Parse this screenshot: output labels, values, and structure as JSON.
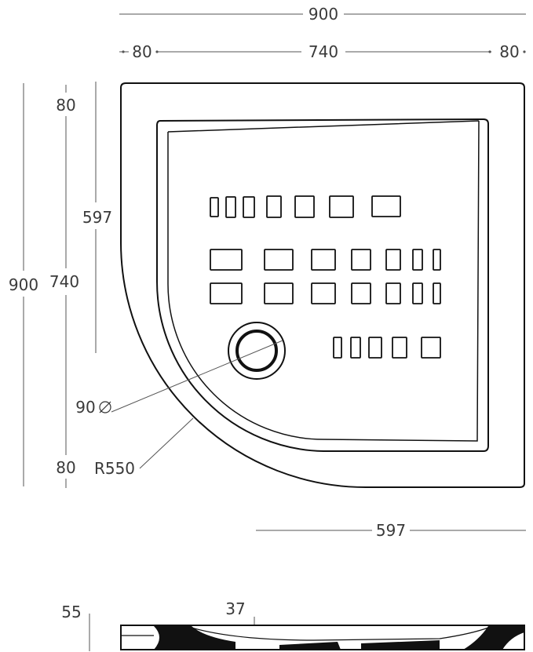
{
  "dimensions": {
    "top_total": "900",
    "top_left_rim": "80",
    "top_inner": "740",
    "top_right_rim": "80",
    "left_total": "900",
    "left_inner": "740",
    "left_top_rim": "80",
    "left_bottom_rim": "80",
    "drain_offset_vertical": "597",
    "drain_offset_horizontal": "597",
    "drain_diameter": "90",
    "radius": "R550",
    "profile_height": "55",
    "profile_depth": "37"
  }
}
